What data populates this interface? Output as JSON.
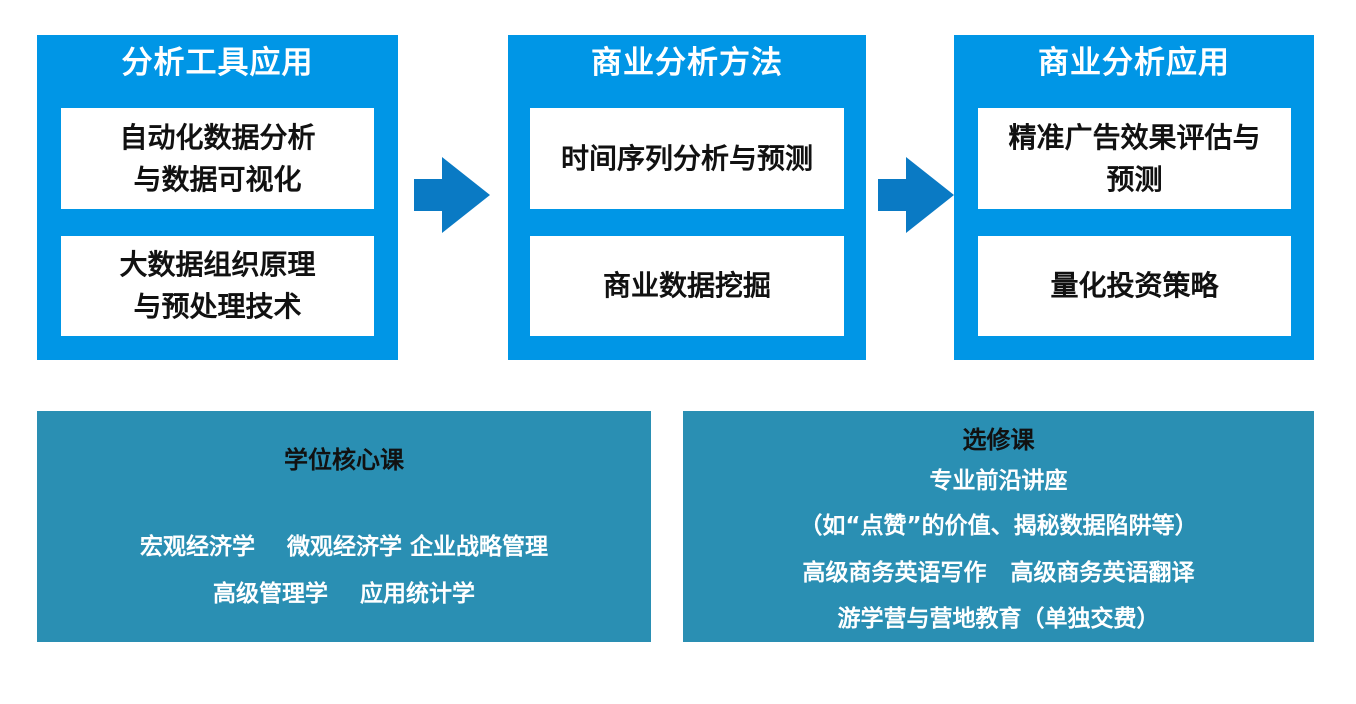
{
  "columns": [
    {
      "title": "分析工具应用",
      "items": [
        [
          "自动化数据分析",
          "与数据可视化"
        ],
        [
          "大数据组织原理",
          "与预处理技术"
        ]
      ]
    },
    {
      "title": "商业分析方法",
      "items": [
        [
          "时间序列分析与预测"
        ],
        [
          "商业数据挖掘"
        ]
      ]
    },
    {
      "title": "商业分析应用",
      "items": [
        [
          "精准广告效果评估与",
          "预测"
        ],
        [
          "量化投资策略"
        ]
      ]
    }
  ],
  "core_courses": {
    "title": "学位核心课",
    "lines": [
      "宏观经济学    微观经济学 企业战略管理",
      "高级管理学    应用统计学"
    ]
  },
  "electives": {
    "title": "选修课",
    "lines": [
      "专业前沿讲座",
      "（如“点赞”的价值、揭秘数据陷阱等）",
      "高级商务英语写作   高级商务英语翻译",
      "游学营与营地教育（单独交费）"
    ]
  },
  "colors": {
    "column_bg": "#0096e6",
    "arrow": "#0a7ac4",
    "panel_bg": "#2a8fb3"
  },
  "icons": [
    "right-arrow-icon",
    "right-arrow-icon"
  ]
}
